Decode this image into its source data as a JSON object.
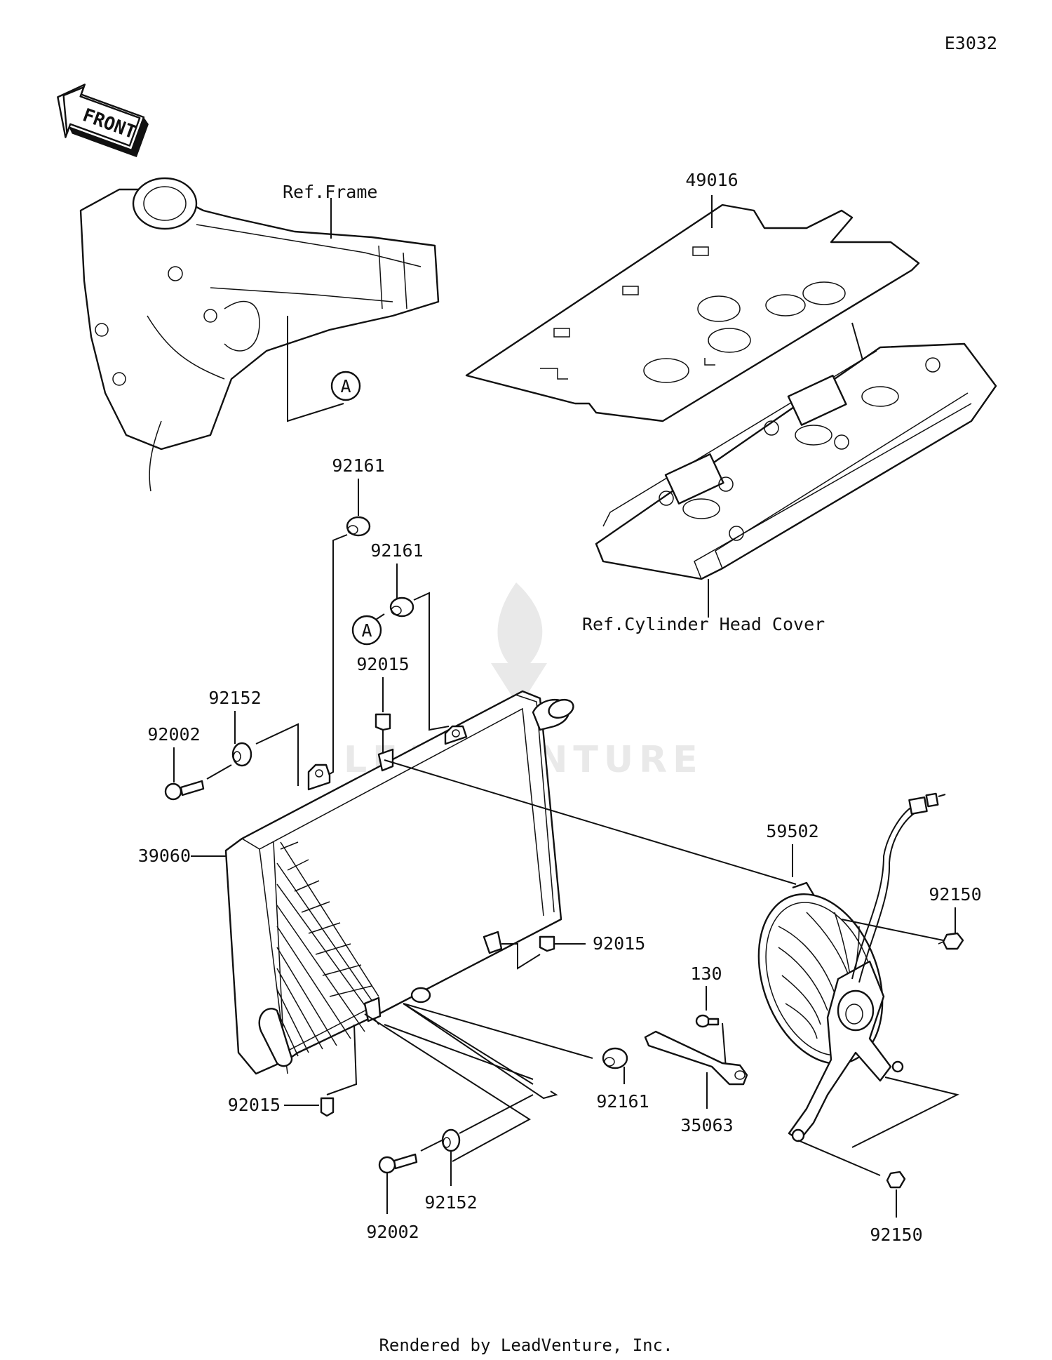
{
  "diagram_code": "E3032",
  "front_label": "FRONT",
  "ref_labels": {
    "frame": "Ref.Frame",
    "cylinder_head_cover": "Ref.Cylinder Head Cover"
  },
  "reference_marker": "A",
  "part_numbers": {
    "gasket": "49016",
    "grommet_top": "92161",
    "grommet_mid": "92161",
    "grommet_bottom": "92161",
    "nut_top": "92015",
    "nut_right": "92015",
    "nut_bottom": "92015",
    "collar_top": "92152",
    "collar_bottom": "92152",
    "bolt_top": "92002",
    "bolt_bottom": "92002",
    "radiator": "39060",
    "fan": "59502",
    "fan_bolt_top": "92150",
    "fan_bolt_bottom": "92150",
    "bolt_130": "130",
    "bracket": "35063"
  },
  "watermark": "LEADVENTURE",
  "footer": "Rendered by LeadVenture, Inc."
}
